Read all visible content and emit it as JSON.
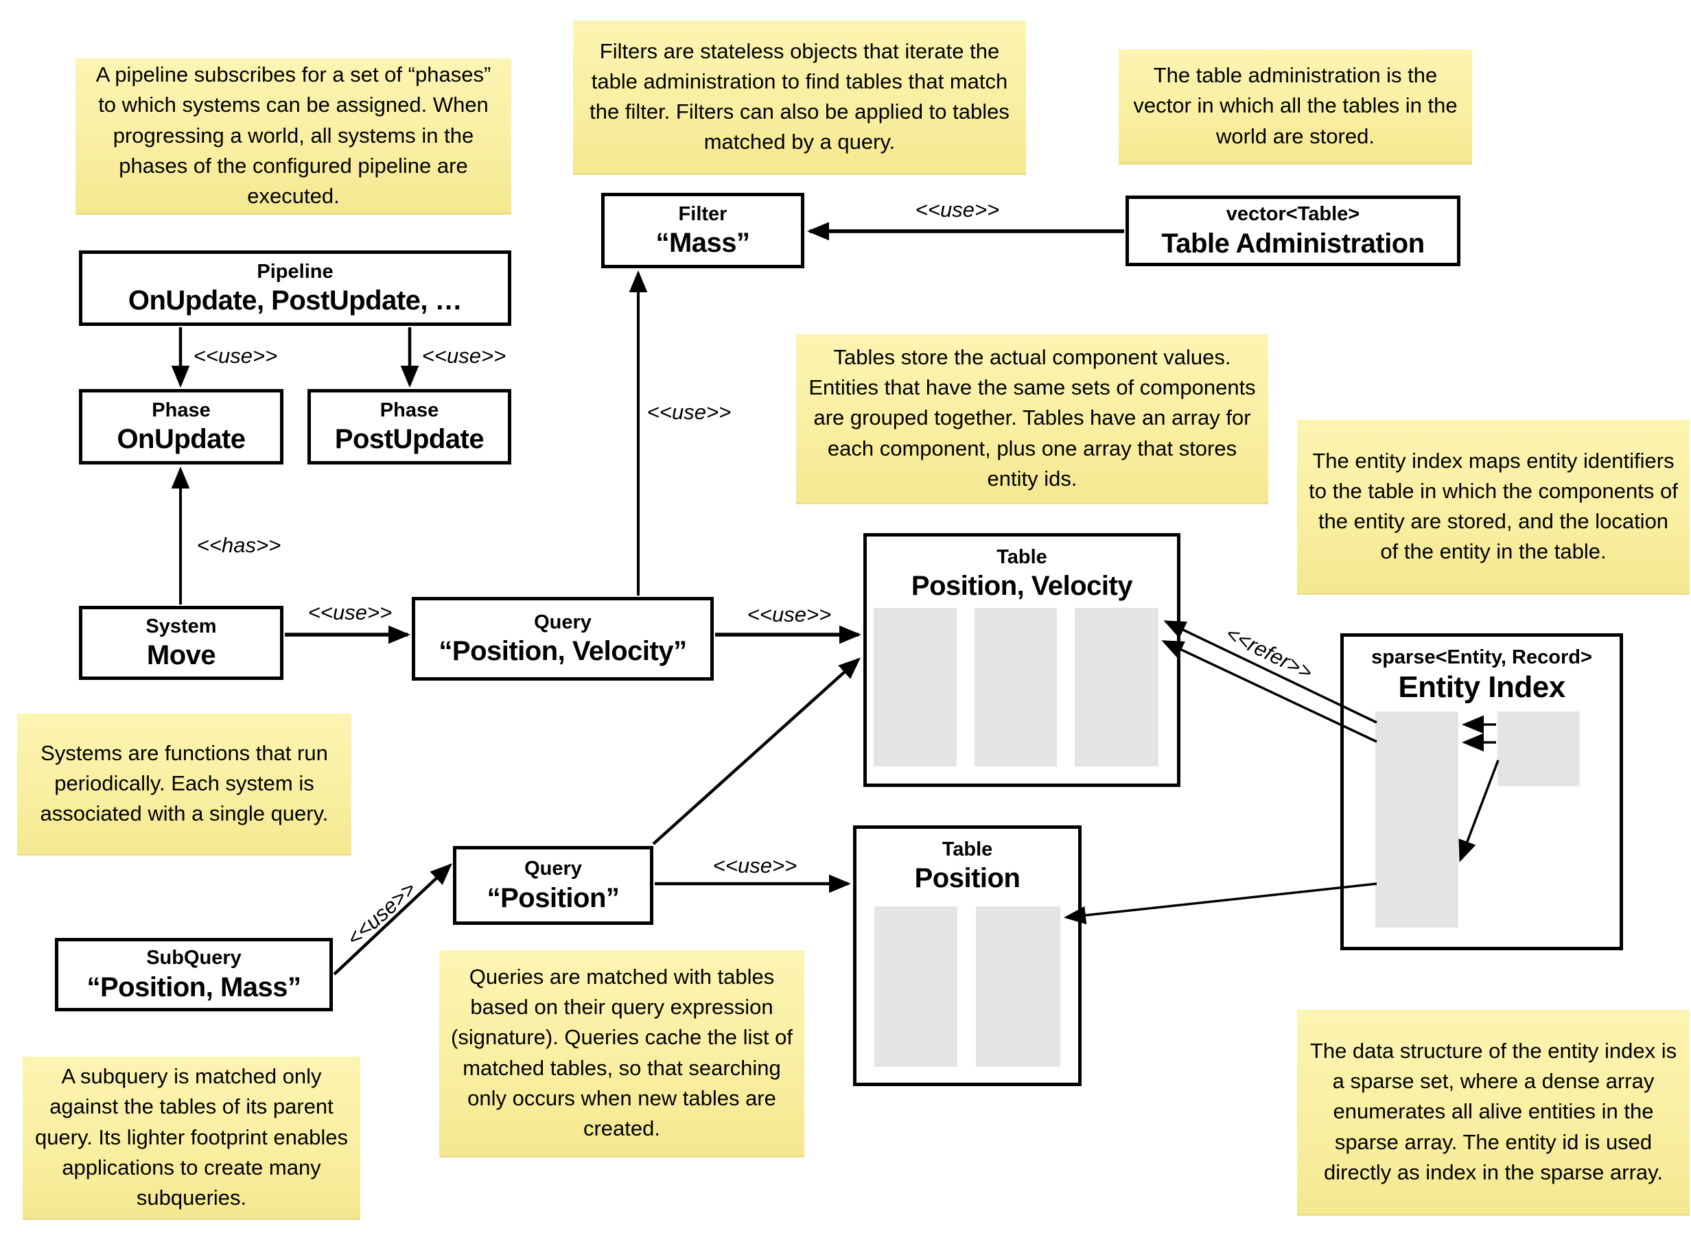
{
  "notes": {
    "pipeline": "A pipeline subscribes for a set of “phases” to which systems can be assigned. When progressing a world, all systems in the phases of the configured pipeline are executed.",
    "filters": "Filters are stateless objects that iterate the table administration to find tables that match the filter. Filters can also be applied to tables matched by a query.",
    "table_admin": "The table administration is the vector in which all the tables in the world are stored.",
    "tables": "Tables store the actual component values. Entities that have the same sets of components are grouped together. Tables have an array for each component, plus one array that stores entity ids.",
    "entity_index": "The entity index maps entity identifiers to the table in which the components of the entity are stored, and the location of the entity in the table.",
    "systems": "Systems are functions that run periodically. Each system is associated with a single query.",
    "queries": "Queries are matched with tables based on their query expression (signature). Queries cache the list of matched tables, so that searching only occurs when new tables are created.",
    "subquery": "A subquery is matched only against the tables of its parent query. Its lighter footprint enables applications to create many subqueries.",
    "sparse_set": "The data structure of the entity index is a sparse set, where a dense array enumerates all alive entities in the sparse array. The entity id is used directly as index in the sparse array."
  },
  "nodes": {
    "pipeline": {
      "title": "Pipeline",
      "value": "OnUpdate, PostUpdate, …"
    },
    "phase_onupdate": {
      "title": "Phase",
      "value": "OnUpdate"
    },
    "phase_postupdate": {
      "title": "Phase",
      "value": "PostUpdate"
    },
    "filter_mass": {
      "title": "Filter",
      "value": "“Mass”"
    },
    "table_administration": {
      "title": "vector<Table>",
      "value": "Table Administration"
    },
    "system_move": {
      "title": "System",
      "value": "Move"
    },
    "query_pos_vel": {
      "title": "Query",
      "value": "“Position, Velocity”"
    },
    "query_pos": {
      "title": "Query",
      "value": "“Position”"
    },
    "subquery_pos_mass": {
      "title": "SubQuery",
      "value": "“Position, Mass”"
    },
    "table_pos_vel": {
      "title": "Table",
      "value": "Position, Velocity"
    },
    "table_pos": {
      "title": "Table",
      "value": "Position"
    },
    "entity_index": {
      "title": "sparse<Entity, Record>",
      "value": "Entity Index"
    }
  },
  "edge_labels": {
    "use": "<<use>>",
    "has": "<<has>>",
    "refer": "<<refer>>"
  },
  "colors": {
    "note_background": "#F9EFA2",
    "box_border": "#000000",
    "box_background": "#FFFFFF",
    "array_fill": "#E4E4E4",
    "text": "#000000"
  }
}
